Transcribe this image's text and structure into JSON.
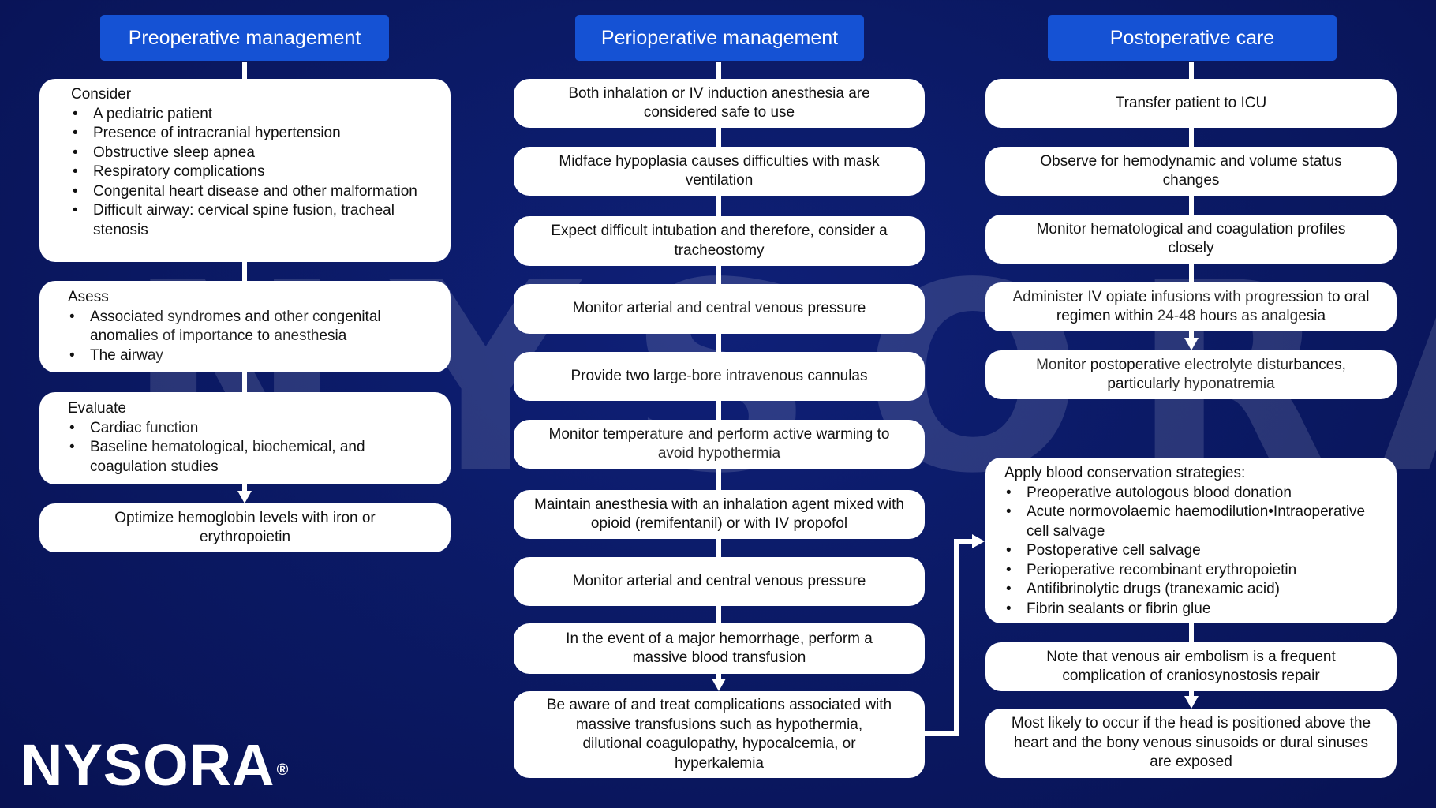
{
  "columns": {
    "pre": {
      "title": "Preoperative management",
      "consider": {
        "title": "Consider",
        "items": [
          "A pediatric patient",
          "Presence of intracranial hypertension",
          "Obstructive sleep apnea",
          "Respiratory complications",
          "Congenital heart disease and other malformation",
          "Difficult airway: cervical spine fusion, tracheal stenosis"
        ]
      },
      "assess": {
        "title": "Asess",
        "items": [
          "Associated syndromes and other congenital anomalies of importance to anesthesia",
          "The airway"
        ]
      },
      "evaluate": {
        "title": "Evaluate",
        "items": [
          "Cardiac function",
          "Baseline hematological, biochemical, and coagulation studies"
        ]
      },
      "optimize": "Optimize hemoglobin levels with iron or erythropoietin"
    },
    "peri": {
      "title": "Perioperative management",
      "steps": [
        "Both inhalation or IV induction anesthesia are considered safe to use",
        "Midface hypoplasia causes difficulties with mask ventilation",
        "Expect difficult intubation and therefore, consider a tracheostomy",
        "Monitor arterial and central venous pressure",
        "Provide two large-bore intravenous cannulas",
        "Monitor temperature and perform active warming to avoid hypothermia",
        "Maintain anesthesia with an inhalation agent mixed with opioid (remifentanil) or with IV propofol",
        "Monitor arterial and central venous pressure",
        "In the event of a major hemorrhage, perform a massive blood transfusion",
        "Be aware of and treat complications associated with massive transfusions such as hypothermia, dilutional coagulopathy, hypocalcemia, or hyperkalemia"
      ]
    },
    "post": {
      "title": "Postoperative care",
      "steps": [
        "Transfer patient to ICU",
        "Observe for hemodynamic and volume status changes",
        "Monitor hematological and coagulation profiles closely",
        "Administer IV opiate infusions with progression to oral regimen within 24-48 hours as analgesia",
        "Monitor postoperative electrolyte disturbances, particularly hyponatremia"
      ],
      "conservation": {
        "title": "Apply blood conservation strategies:",
        "items": [
          "Preoperative autologous blood donation",
          "Acute normovolaemic haemodilution•Intraoperative cell salvage",
          "Postoperative cell salvage",
          "Perioperative recombinant erythropoietin",
          "Antifibrinolytic drugs (tranexamic acid)",
          "Fibrin sealants or fibrin glue"
        ]
      },
      "air_embolism": "Note that venous air embolism is a frequent complication of craniosynostosis repair",
      "positioning": "Most likely to occur if the head is positioned above the heart and the bony venous sinusoids or dural sinuses are exposed"
    }
  },
  "watermark": "NYSORA",
  "logo": {
    "text": "NYSORA",
    "mark": "®"
  },
  "colors": {
    "background": "#0b1a66",
    "header": "#1552d4",
    "box": "#ffffff",
    "connector": "#ffffff"
  }
}
